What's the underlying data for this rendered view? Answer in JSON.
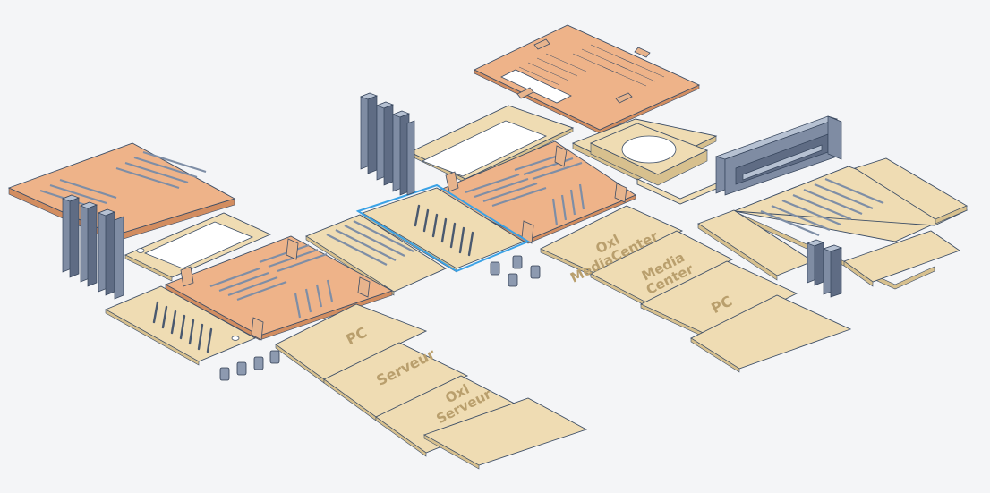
{
  "labels": {
    "pc_left": "PC",
    "serveur": "Serveur",
    "oxl_serveur_line1": "Oxl",
    "oxl_serveur_line2": "Serveur",
    "oxl_mediacenter_line1": "Oxl",
    "oxl_mediacenter_line2": "MediaCenter",
    "media_line1": "Media",
    "media_line2": "Center",
    "pc_right": "PC"
  },
  "colors": {
    "background": "#f4f5f7",
    "beige_plate": "#efdcb3",
    "orange_plate": "#eeb389",
    "profile_metal": "#8d9ab0",
    "outline": "#3d4e66",
    "selection": "#3aa2e6"
  },
  "icons": {
    "plate": "flat-plate",
    "profile": "aluminium-extrusion",
    "spacer": "hex-standoff",
    "screw": "bolt"
  }
}
